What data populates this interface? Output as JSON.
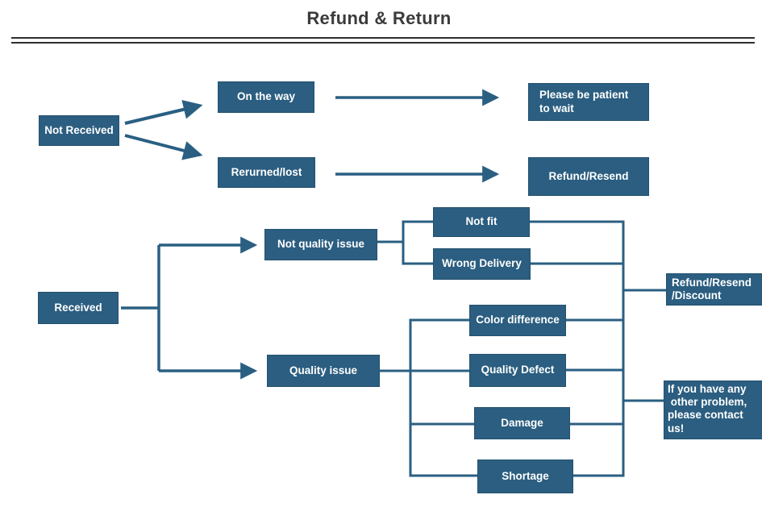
{
  "header": {
    "title": "Refund & Return"
  },
  "colors": {
    "node_fill": "#2b5e80",
    "node_border": "#24506e",
    "node_text": "#ffffff",
    "connector": "#2a5f82",
    "title_text": "#3b3b3b",
    "rule": "#2e2e2e"
  },
  "nodes": {
    "not_received": "Not Received",
    "on_the_way": "On the way",
    "returned_lost": "Rerurned/lost",
    "please_wait": "Please be patient\nto wait",
    "refund_resend": "Refund/Resend",
    "received": "Received",
    "not_quality_issue": "Not quality issue",
    "not_fit": "Not fit",
    "wrong_delivery": "Wrong Delivery",
    "quality_issue": "Quality issue",
    "color_difference": "Color difference",
    "quality_defect": "Quality Defect",
    "damage": "Damage",
    "shortage": "Shortage",
    "refund_resend_discount": "Refund/Resend\n/Discount",
    "contact_us": "If you have any\n other problem,\nplease contact\nus!"
  }
}
